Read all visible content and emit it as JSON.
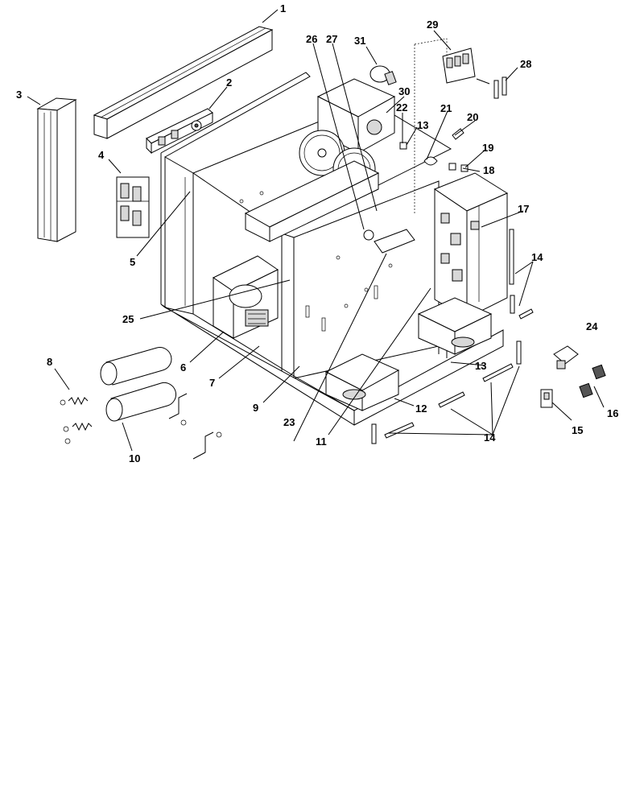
{
  "callouts": [
    {
      "id": "c1",
      "text": "1"
    },
    {
      "id": "c2",
      "text": "2"
    },
    {
      "id": "c3",
      "text": "3"
    },
    {
      "id": "c4",
      "text": "4"
    },
    {
      "id": "c5",
      "text": "5"
    },
    {
      "id": "c6",
      "text": "6"
    },
    {
      "id": "c7",
      "text": "7"
    },
    {
      "id": "c8",
      "text": "8"
    },
    {
      "id": "c9",
      "text": "9"
    },
    {
      "id": "c10",
      "text": "10"
    },
    {
      "id": "c11",
      "text": "11"
    },
    {
      "id": "c12",
      "text": "12"
    },
    {
      "id": "c13a",
      "text": "13"
    },
    {
      "id": "c13b",
      "text": "13"
    },
    {
      "id": "c14a",
      "text": "14"
    },
    {
      "id": "c14b",
      "text": "14"
    },
    {
      "id": "c15",
      "text": "15"
    },
    {
      "id": "c16",
      "text": "16"
    },
    {
      "id": "c17",
      "text": "17"
    },
    {
      "id": "c18",
      "text": "18"
    },
    {
      "id": "c19",
      "text": "19"
    },
    {
      "id": "c20",
      "text": "20"
    },
    {
      "id": "c21",
      "text": "21"
    },
    {
      "id": "c22",
      "text": "22"
    },
    {
      "id": "c23",
      "text": "23"
    },
    {
      "id": "c24",
      "text": "24"
    },
    {
      "id": "c25",
      "text": "25"
    },
    {
      "id": "c26",
      "text": "26"
    },
    {
      "id": "c27",
      "text": "27"
    },
    {
      "id": "c28",
      "text": "28"
    },
    {
      "id": "c29",
      "text": "29"
    },
    {
      "id": "c30",
      "text": "30"
    },
    {
      "id": "c31",
      "text": "31"
    }
  ]
}
